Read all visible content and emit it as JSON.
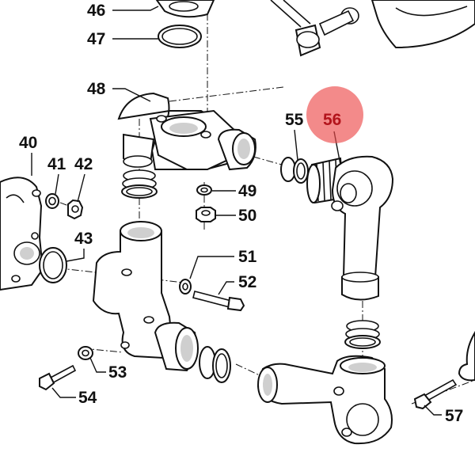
{
  "highlight_color": "#ec4c4c",
  "highlight_text_color": "#b3141c",
  "callouts": {
    "n40": "40",
    "n41": "41",
    "n42": "42",
    "n43": "43",
    "n46": "46",
    "n47": "47",
    "n48": "48",
    "n49": "49",
    "n50": "50",
    "n51": "51",
    "n52": "52",
    "n53": "53",
    "n54": "54",
    "n55": "55",
    "n56": "56",
    "n57": "57"
  }
}
